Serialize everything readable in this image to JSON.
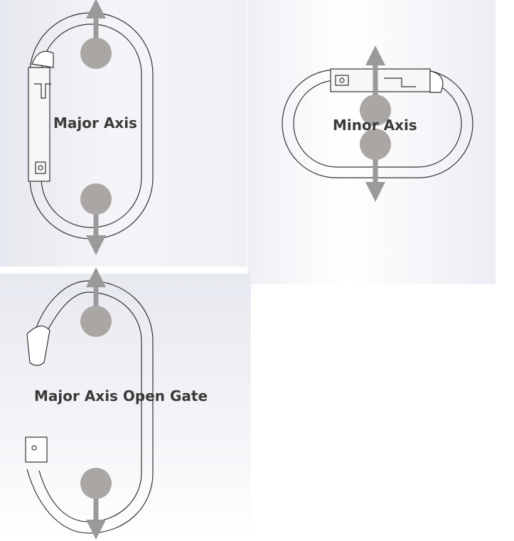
{
  "diagrams": [
    {
      "label": "Major Axis"
    },
    {
      "label": "Minor Axis"
    },
    {
      "label": "Major Axis Open Gate"
    }
  ],
  "colors": {
    "load_point": "#a9a6a4",
    "arrow": "#9a9a9a",
    "outline": "#333333"
  }
}
